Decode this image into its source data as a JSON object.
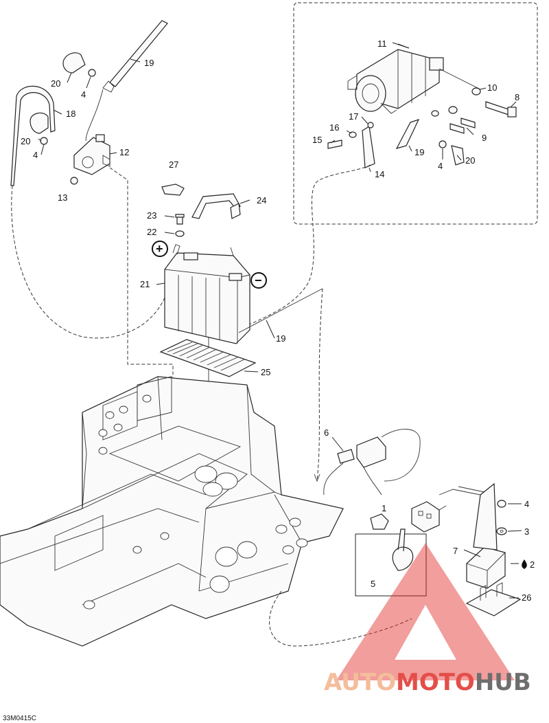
{
  "diagram": {
    "drawing_code": "33M0415C",
    "callouts": {
      "c1": "1",
      "c2": "2",
      "c3": "3",
      "c4a": "4",
      "c4b": "4",
      "c4c": "4",
      "c4d": "4",
      "c5": "5",
      "c6": "6",
      "c7": "7",
      "c8": "8",
      "c9": "9",
      "c10": "10",
      "c11": "11",
      "c12": "12",
      "c13": "13",
      "c14": "14",
      "c15": "15",
      "c16": "16",
      "c17": "17",
      "c18": "18",
      "c19a": "19",
      "c19b": "19",
      "c19c": "19",
      "c20a": "20",
      "c20b": "20",
      "c20c": "20",
      "c21": "21",
      "c22": "22",
      "c23": "23",
      "c24": "24",
      "c25": "25",
      "c26": "26",
      "c27": "27"
    },
    "symbols": {
      "positive": "+",
      "negative": "−"
    }
  },
  "watermark": {
    "part1": "AUTO",
    "part2": "MOTO",
    "part3": "HUB",
    "color_light": "#f3b28a",
    "color_red": "#e0302a",
    "color_dark": "#555555"
  }
}
